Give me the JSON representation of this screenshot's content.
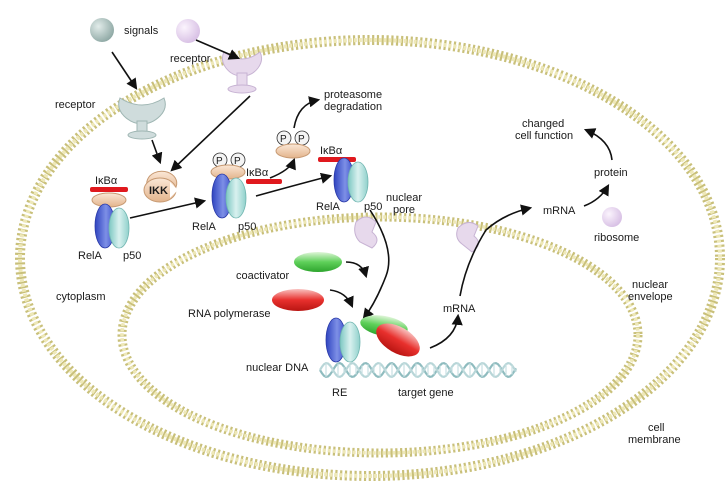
{
  "labels": {
    "signals": "signals",
    "receptor_top": "receptor",
    "receptor_left": "receptor",
    "proteasome": "proteasome",
    "degradation": "degradation",
    "changed": "changed",
    "cell_function": "cell function",
    "ikba_1": "IκBα",
    "ikba_2": "IκBα",
    "ikba_3": "IκBα",
    "ikk": "IKK",
    "p_1": "P",
    "p_2": "P",
    "p_3": "P",
    "p_4": "P",
    "rela_1": "RelA",
    "p50_1": "p50",
    "rela_2": "RelA",
    "p50_2": "p50",
    "rela_3": "RelA",
    "p50_3": "p50",
    "nuclear_pore_1": "nuclear",
    "nuclear_pore_2": "pore",
    "mrna_nucleus": "mRNA",
    "mrna_cyto": "mRNA",
    "protein": "protein",
    "ribosome": "ribosome",
    "cytoplasm": "cytoplasm",
    "coactivator": "coactivator",
    "rna_polymerase": "RNA polymerase",
    "nuclear_dna": "nuclear DNA",
    "re": "RE",
    "target_gene": "target gene",
    "nuclear_envelope_1": "nuclear",
    "nuclear_envelope_2": "envelope",
    "cell_membrane_1": "cell",
    "cell_membrane_2": "membrane"
  },
  "colors": {
    "membrane": "#e6e0a6",
    "membrane_stroke": "#c9c07a",
    "receptor": "#e7d9ec",
    "receptor_left": "#cfdcdc",
    "signal_grey": "#9fb6b3",
    "signal_purple": "#e4d1ee",
    "ikba_bar": "#e0191e",
    "ikk": "#f0c8a6",
    "tan_oval": "#efcfb0",
    "rela_blue": "#5b6fd6",
    "p50_teal": "#a8dcd8",
    "coactivator": "#4cc64b",
    "rna_pol": "#e0191e",
    "dna": "#b8d6d8",
    "pore": "#e7d9ec",
    "ribosome": "#e7d9ec"
  }
}
